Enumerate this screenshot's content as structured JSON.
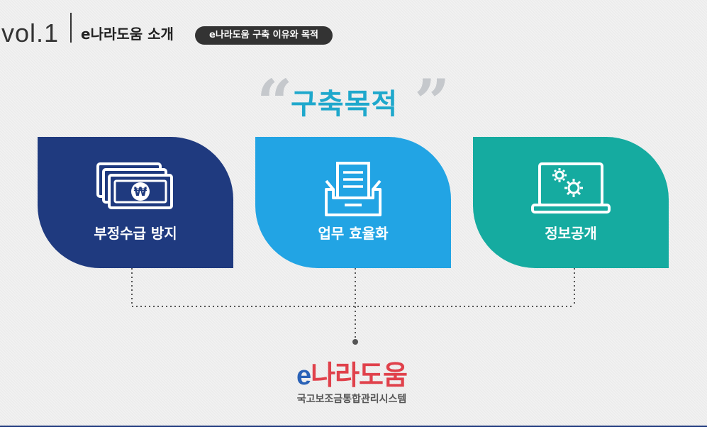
{
  "header": {
    "vol": "vol.1",
    "section": "e나라도움 소개",
    "pill": "e나라도움 구축 이유와 목적"
  },
  "title": {
    "open_quote": "“",
    "text": "구축목적",
    "close_quote": "”"
  },
  "cards": [
    {
      "label": "부정수급 방지",
      "icon": "banknote-won-icon",
      "color": "#1f3a7f"
    },
    {
      "label": "업무 효율화",
      "icon": "document-tray-icon",
      "color": "#22a4e4"
    },
    {
      "label": "정보공개",
      "icon": "laptop-gears-icon",
      "color": "#15aba0"
    }
  ],
  "logo": {
    "e": "e",
    "name": "나라도움",
    "subtitle": "국고보조금통합관리시스템"
  },
  "colors": {
    "navy": "#1f3a7f",
    "blue": "#22a4e4",
    "teal": "#15aba0",
    "logo_red": "#e0414b",
    "logo_blue": "#2a62b7"
  }
}
